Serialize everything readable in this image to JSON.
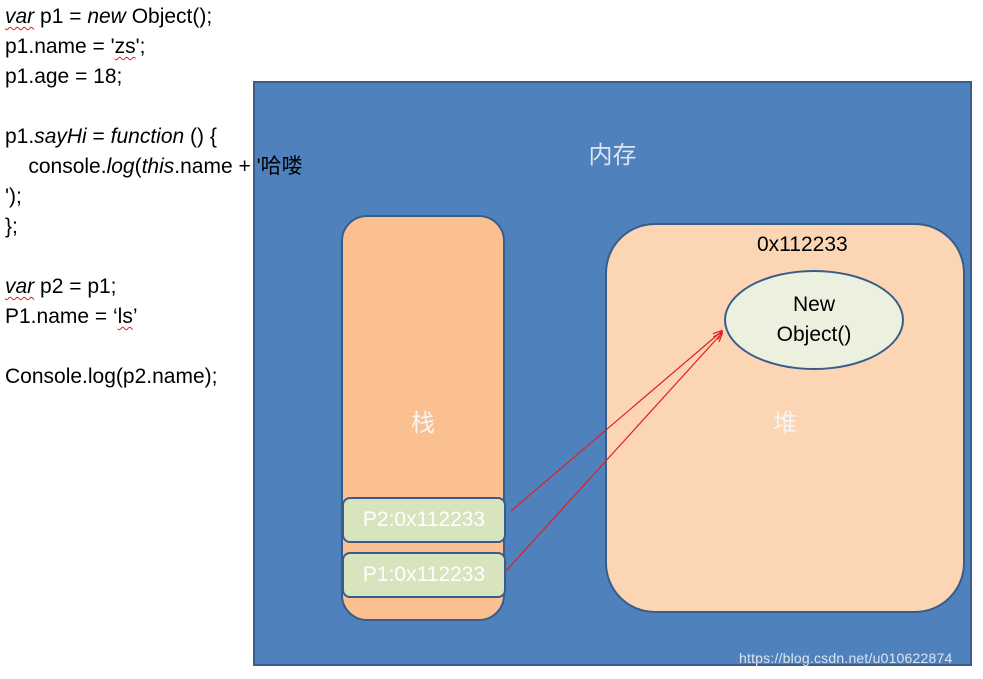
{
  "code": {
    "l1_kw1": "var",
    "l1_mid": " p1 = ",
    "l1_kw2": "new",
    "l1_end": " Object();",
    "l2_pre": "p1.name = '",
    "l2_zs": "zs",
    "l2_end": "';",
    "l3": "p1.age = 18;",
    "l5_pre": "p1.",
    "l5_sayhi": "sayHi",
    "l5_eq": " = ",
    "l5_func": "function",
    "l5_end": " () {",
    "l6_pre": "    console.",
    "l6_log": "log",
    "l6_paren": "(",
    "l6_this": "this",
    "l6_end": ".name + '哈喽",
    "l7": "');",
    "l8": "};",
    "l10_kw": "var",
    "l10_end": " p2 = p1;",
    "l11_pre": "P1.name = ‘",
    "l11_ls": "ls",
    "l11_end": "’",
    "l13": "Console.log(p2.name);"
  },
  "memory": {
    "label": "内存"
  },
  "stack": {
    "label": "栈",
    "cell_p2": "P2:0x112233",
    "cell_p1": "P1:0x112233"
  },
  "heap": {
    "address": "0x112233",
    "label": "堆",
    "object_line1": "New",
    "object_line2": "Object()"
  },
  "watermark": "https://blog.csdn.net/u010622874",
  "colors": {
    "memory_bg": "#4f81bd",
    "stack_bg": "#fac090",
    "heap_bg": "#fcd5b5",
    "cell_bg": "#d7e4bd",
    "object_bg": "#ebf1de",
    "arrow": "#e02020"
  }
}
